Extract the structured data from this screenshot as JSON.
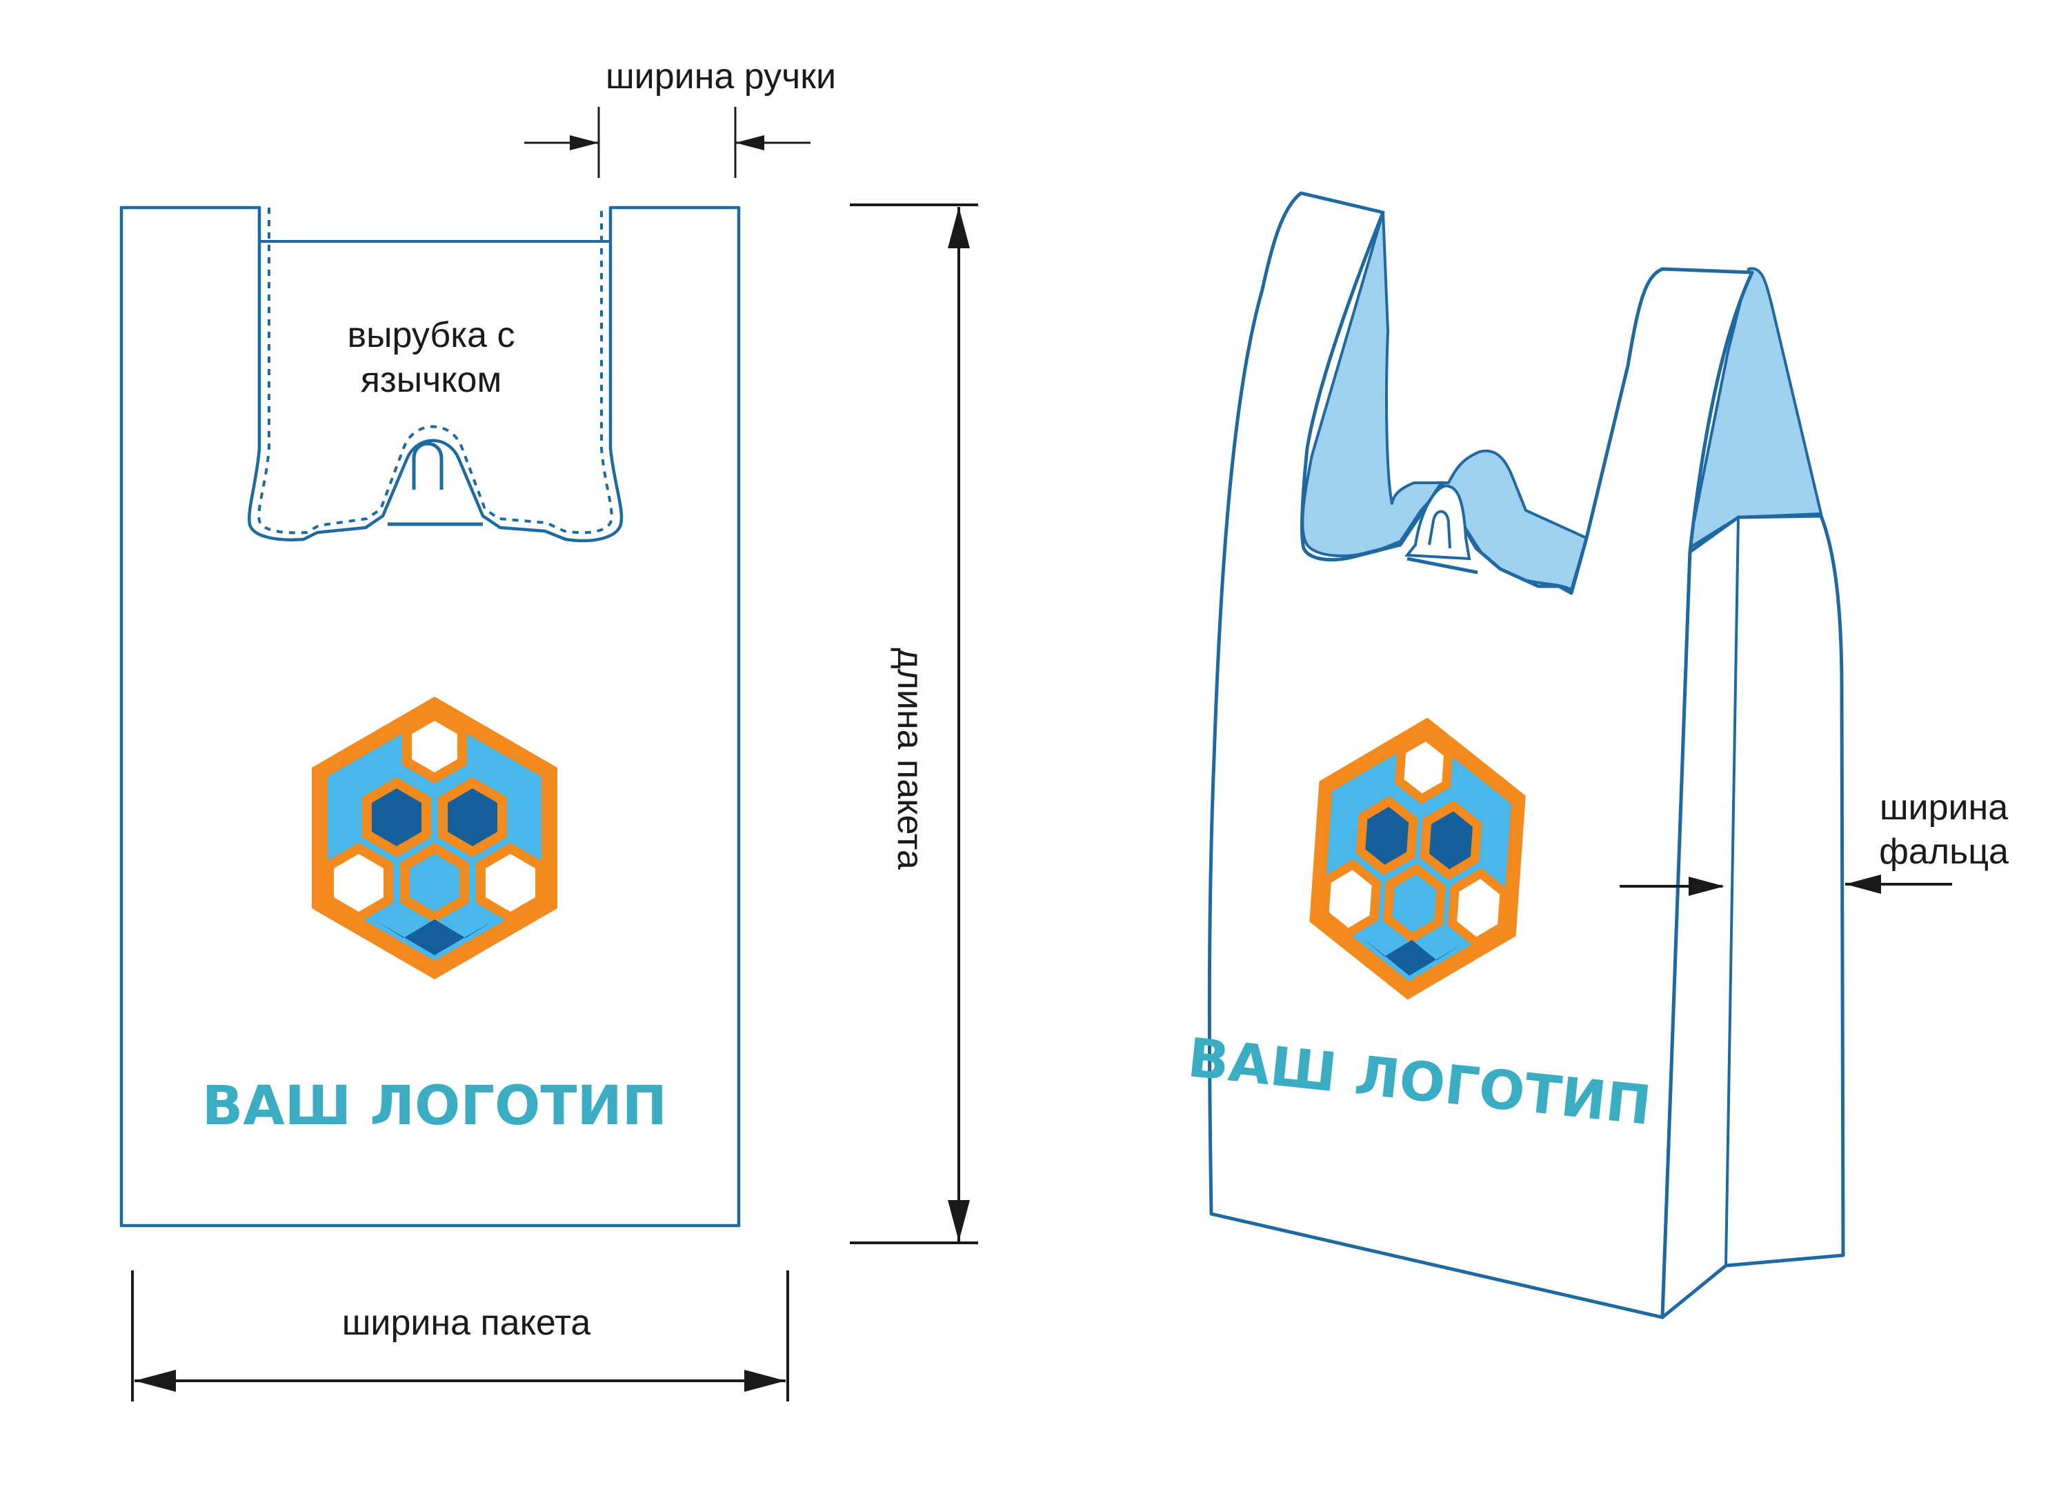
{
  "labels": {
    "handle_width": "ширина ручки",
    "cutout_line1": "вырубка с",
    "cutout_line2": "язычком",
    "bag_length": "длина пакета",
    "bag_width": "ширина пакета",
    "gusset_line1": "ширина",
    "gusset_line2": "фальца"
  },
  "logo": {
    "text_flat": "ВАШ ЛОГОТИП",
    "text_3d": "ВАШ ЛОГОТИП"
  },
  "colors": {
    "outline": "#1e6aa0",
    "orange": "#f28a1e",
    "dark_blue": "#15609a",
    "light_blue": "#4ab8ea",
    "handle_fill": "#9fd0f0",
    "logo_text": "#3aadc2",
    "dimension": "#1a1a1a"
  }
}
